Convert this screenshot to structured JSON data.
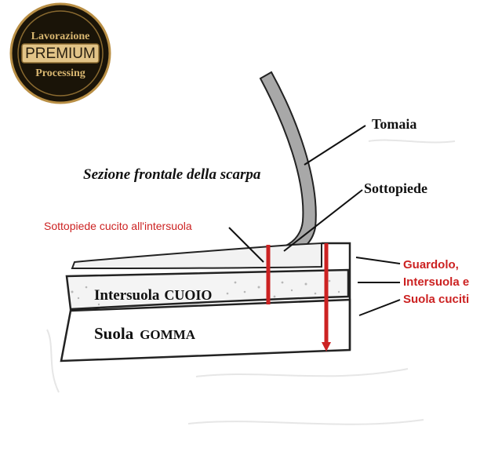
{
  "badge": {
    "line1": "Lavorazione",
    "line2": "PREMIUM",
    "line3": "Processing"
  },
  "title": "Sezione frontale della scarpa",
  "labels": {
    "tomaia": "Tomaia",
    "sottopiede": "Sottopiede",
    "sottopiede_cucito": "Sottopiede cucito all'intersuola",
    "intersuola_word": "Intersuola",
    "intersuola_material": "CUOIO",
    "suola_word": "Suola",
    "suola_material": "GOMMA",
    "guardolo_line1": "Guardolo,",
    "guardolo_line2": "Intersuola e",
    "guardolo_line3": "Suola cuciti"
  },
  "colors": {
    "stitch_red": "#cc2222",
    "upper_gray": "#9a9a9a",
    "outline": "#222222",
    "badge_gold": "#d8b670",
    "badge_dark": "#1a1408"
  }
}
